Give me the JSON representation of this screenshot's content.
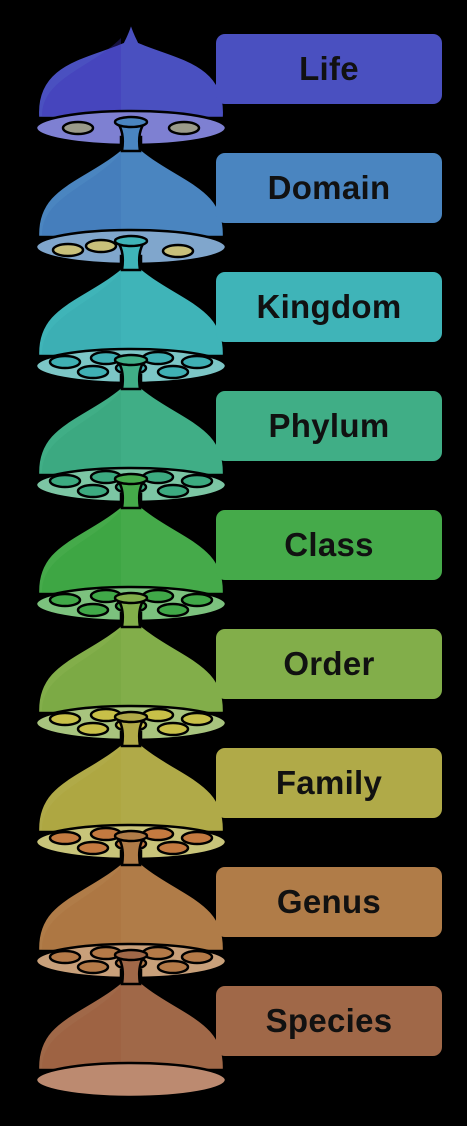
{
  "levels": [
    {
      "name": "Life",
      "color": "#4a50c0",
      "shade": "#4030b8",
      "light": "#7e80d2",
      "hole": "#9a9a8a",
      "holes": 2
    },
    {
      "name": "Domain",
      "color": "#4a85c0",
      "shade": "#3c74b4",
      "light": "#80a6cc",
      "hole": "#c8c07a",
      "holes": 3
    },
    {
      "name": "Kingdom",
      "color": "#3fb4b8",
      "shade": "#36a6ac",
      "light": "#7cc6c6",
      "hole": "#3fb0b4",
      "holes": 7
    },
    {
      "name": "Phylum",
      "color": "#40ae86",
      "shade": "#37a078",
      "light": "#7cc6a4",
      "hole": "#3caa80",
      "holes": 7
    },
    {
      "name": "Class",
      "color": "#45aa4a",
      "shade": "#30a038",
      "light": "#7cc27e",
      "hole": "#40a848",
      "holes": 7
    },
    {
      "name": "Order",
      "color": "#82ae4a",
      "shade": "#74a43c",
      "light": "#a8c47e",
      "hole": "#c8c048",
      "holes": 7
    },
    {
      "name": "Family",
      "color": "#b0aa48",
      "shade": "#aca438",
      "light": "#c8c47a",
      "hole": "#c47a40",
      "holes": 7
    },
    {
      "name": "Genus",
      "color": "#b07c48",
      "shade": "#a8703c",
      "light": "#c8a07a",
      "hole": "#b47a48",
      "holes": 7
    },
    {
      "name": "Species",
      "color": "#a06848",
      "shade": "#9a5c3c",
      "light": "#bc8a70",
      "hole": null,
      "holes": 0
    }
  ]
}
